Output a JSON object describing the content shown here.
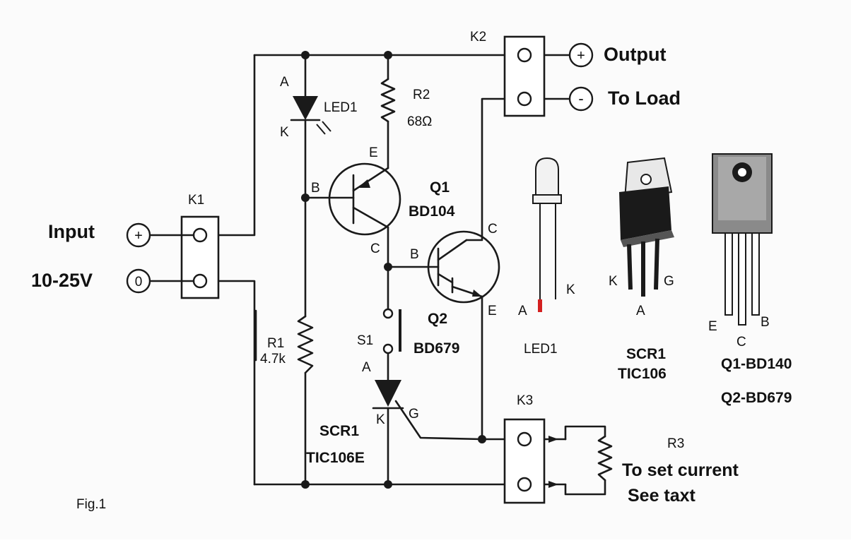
{
  "connectors": {
    "k1": "K1",
    "k2": "K2",
    "k3": "K3"
  },
  "terminals": {
    "output_plus": "+",
    "output_minus": "-",
    "input_plus": "+",
    "input_zero": "0",
    "output_label": "Output",
    "to_load_label": "To Load",
    "input_label": "Input",
    "voltage_label": "10-25V"
  },
  "components": {
    "led1": {
      "anode": "A",
      "cathode": "K",
      "name": "LED1"
    },
    "r2": {
      "name": "R2",
      "value": "68Ω"
    },
    "r1": {
      "name": "R1",
      "value": "4.7k"
    },
    "q1": {
      "name": "Q1",
      "part": "BD104",
      "e": "E",
      "b": "B",
      "c": "C"
    },
    "q2": {
      "name": "Q2",
      "part": "BD679",
      "b": "B",
      "c": "C",
      "e": "E"
    },
    "s1": {
      "name": "S1"
    },
    "scr1": {
      "anode": "A",
      "cathode": "K",
      "gate": "G",
      "name": "SCR1",
      "part": "TIC106E"
    },
    "r3": {
      "name": "R3",
      "note1": "To set current",
      "note2": "See taxt"
    }
  },
  "pinouts": {
    "led": {
      "a": "A",
      "k": "K",
      "name": "LED1"
    },
    "scr": {
      "k": "K",
      "g": "G",
      "a": "A",
      "name": "SCR1",
      "part": "TIC106"
    },
    "transistor": {
      "e": "E",
      "c": "C",
      "b": "B",
      "q1": "Q1-BD140",
      "q2": "Q2-BD679"
    }
  },
  "figure_label": "Fig.1",
  "colors": {
    "led_anode_mark": "#d42020",
    "ink": "#1a1a1a"
  }
}
